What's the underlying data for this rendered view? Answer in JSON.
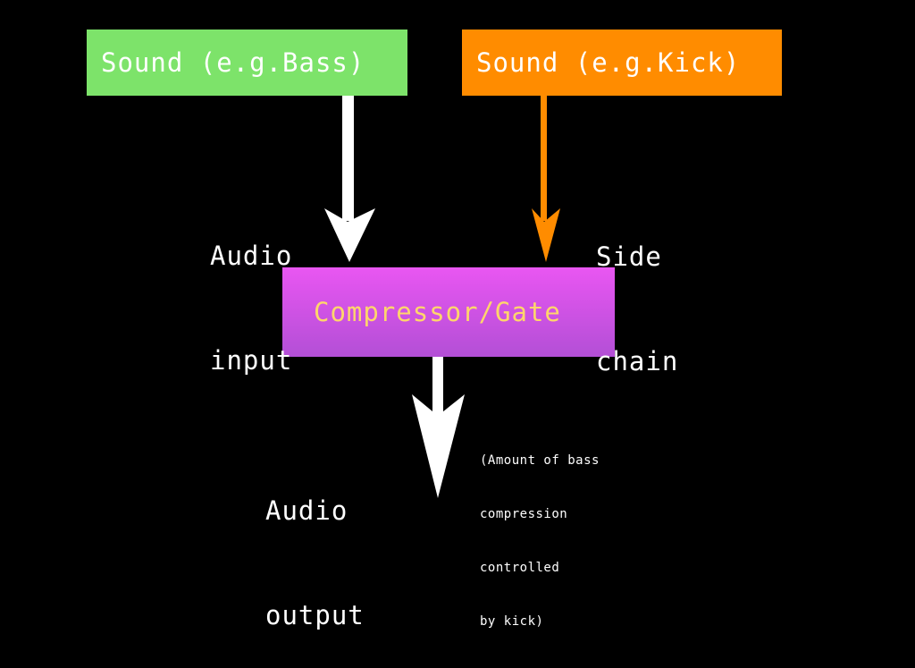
{
  "nodes": {
    "bass": {
      "label": "Sound (e.g.Bass)",
      "color": "#7de36a",
      "text_color": "#ffffff"
    },
    "kick": {
      "label": "Sound (e.g.Kick)",
      "color": "#ff8c00",
      "text_color": "#ffffff"
    },
    "compressor": {
      "label": "Compressor/Gate",
      "color_top": "#e956f2",
      "color_bottom": "#b34fd6",
      "text_color": "#ffd66b"
    }
  },
  "edges": [
    {
      "from": "bass",
      "to": "compressor",
      "label_line1": "Audio",
      "label_line2": "input",
      "color": "#ffffff"
    },
    {
      "from": "kick",
      "to": "compressor",
      "label_line1": "Side",
      "label_line2": "chain",
      "color": "#ff8c00"
    },
    {
      "from": "compressor",
      "to": "output",
      "label_line1": "Audio",
      "label_line2": "output",
      "color": "#ffffff"
    }
  ],
  "note": {
    "lines": [
      "(Amount of bass",
      "compression",
      "controlled",
      "by kick)"
    ]
  },
  "background": "#000000"
}
